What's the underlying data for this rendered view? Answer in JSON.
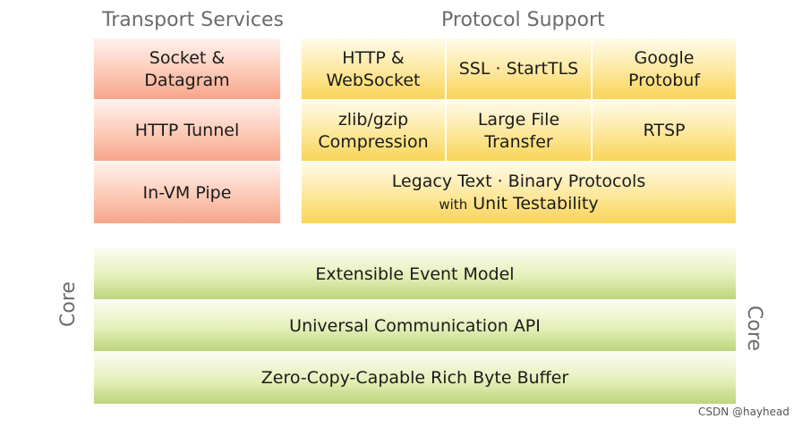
{
  "headings": {
    "transport": "Transport Services",
    "protocol": "Protocol Support"
  },
  "transport": [
    {
      "line1": "Socket &",
      "line2": "Datagram"
    },
    {
      "line1": "HTTP Tunnel",
      "line2": ""
    },
    {
      "line1": "In-VM Pipe",
      "line2": ""
    }
  ],
  "protocol": {
    "row1": [
      {
        "line1": "HTTP &",
        "line2": "WebSocket"
      },
      {
        "line1": "SSL · StartTLS",
        "line2": ""
      },
      {
        "line1": "Google",
        "line2": "Protobuf"
      }
    ],
    "row2": [
      {
        "line1": "zlib/gzip",
        "line2": "Compression"
      },
      {
        "line1": "Large File",
        "line2": "Transfer"
      },
      {
        "line1": "RTSP",
        "line2": ""
      }
    ],
    "legacy": {
      "line1": "Legacy Text · Binary Protocols",
      "with": "with",
      "line2": "Unit Testability"
    }
  },
  "core": {
    "label": "Core",
    "layers": [
      "Extensible Event Model",
      "Universal Communication API",
      "Zero-Copy-Capable Rich Byte Buffer"
    ]
  },
  "watermark": "CSDN @hayhead"
}
